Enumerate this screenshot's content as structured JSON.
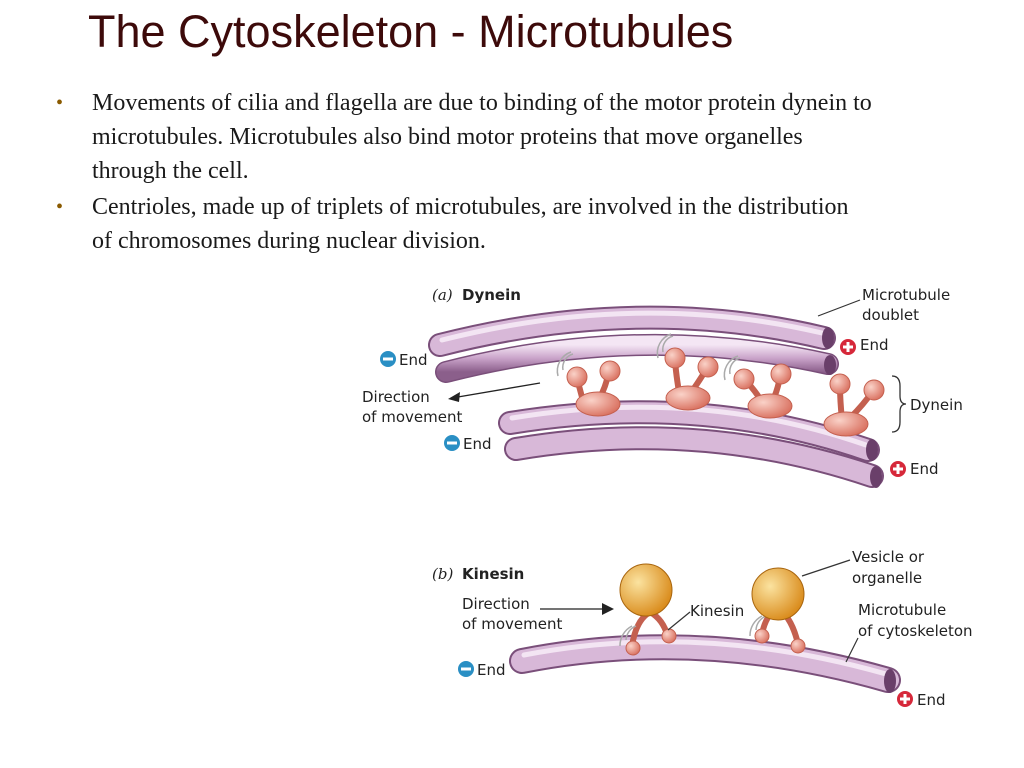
{
  "title": "The Cytoskeleton - Microtubules",
  "bullets": [
    "Movements of cilia and flagella are due to binding of the motor protein dynein to microtubules. Microtubules also bind motor proteins that move organelles through the cell.",
    "Centrioles, made up of triplets of microtubules, are involved in the distribution of chromosomes during nuclear division."
  ],
  "bullet_marker": "•",
  "figure": {
    "panel_a": {
      "letter": "(a)",
      "name": "Dynein",
      "microtubule_label_1": "Microtubule",
      "microtubule_label_2": "doublet",
      "dynein_label": "Dynein",
      "direction_1": "Direction",
      "direction_2": "of movement",
      "end_label": "End"
    },
    "panel_b": {
      "letter": "(b)",
      "name": "Kinesin",
      "vesicle_1": "Vesicle or",
      "vesicle_2": "organelle",
      "kinesin_label": "Kinesin",
      "direction_1": "Direction",
      "direction_2": "of movement",
      "microtubule_1": "Microtubule",
      "microtubule_2": "of cytoskeleton",
      "end_label": "End"
    },
    "colors": {
      "tube": "#c9a3c9",
      "tube_edge": "#7a4f7a",
      "motor": "#eb9a8c",
      "vesicle": "#eaa83a",
      "minus": "#2a8fc4",
      "plus": "#d6283a"
    }
  }
}
